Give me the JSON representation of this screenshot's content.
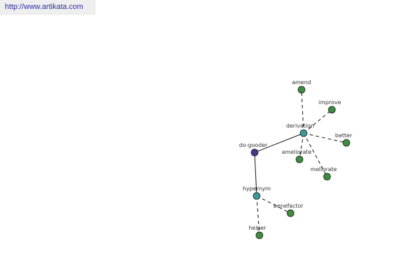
{
  "site": {
    "url_text": "http://www.artikata.com"
  },
  "graph": {
    "center_word": "do-gooder",
    "nodes": [
      {
        "id": "do-gooder",
        "label": "do-gooder",
        "kind": "root",
        "color": "#3c3c8c"
      },
      {
        "id": "derivation",
        "label": "derivation",
        "kind": "relation",
        "color": "#3e9a9a"
      },
      {
        "id": "hypernym",
        "label": "hypernym",
        "kind": "relation",
        "color": "#3e9a9a"
      },
      {
        "id": "amend",
        "label": "amend",
        "kind": "word",
        "color": "#3e8c3e"
      },
      {
        "id": "improve",
        "label": "improve",
        "kind": "word",
        "color": "#3e8c3e"
      },
      {
        "id": "better",
        "label": "better",
        "kind": "word",
        "color": "#3e8c3e"
      },
      {
        "id": "ameliorate",
        "label": "ameliorate",
        "kind": "word",
        "color": "#3e8c3e"
      },
      {
        "id": "meliorate",
        "label": "meliorate",
        "kind": "word",
        "color": "#3e8c3e"
      },
      {
        "id": "benefactor",
        "label": "benefactor",
        "kind": "word",
        "color": "#3e8c3e"
      },
      {
        "id": "helper",
        "label": "helper",
        "kind": "word",
        "color": "#3e8c3e"
      }
    ],
    "edges": [
      {
        "from": "do-gooder",
        "to": "derivation",
        "style": "solid"
      },
      {
        "from": "do-gooder",
        "to": "hypernym",
        "style": "solid"
      },
      {
        "from": "derivation",
        "to": "amend",
        "style": "dashed"
      },
      {
        "from": "derivation",
        "to": "improve",
        "style": "dashed"
      },
      {
        "from": "derivation",
        "to": "better",
        "style": "dashed"
      },
      {
        "from": "derivation",
        "to": "ameliorate",
        "style": "dashed"
      },
      {
        "from": "derivation",
        "to": "meliorate",
        "style": "dashed"
      },
      {
        "from": "hypernym",
        "to": "benefactor",
        "style": "dashed"
      },
      {
        "from": "hypernym",
        "to": "helper",
        "style": "dashed"
      }
    ]
  }
}
